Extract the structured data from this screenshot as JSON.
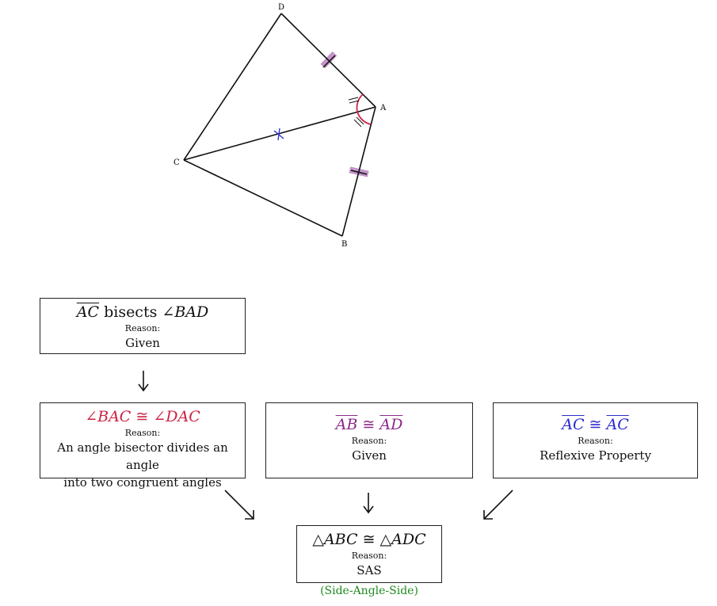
{
  "figure": {
    "points": {
      "D": "D",
      "A": "A",
      "C": "C",
      "B": "B"
    }
  },
  "colors": {
    "angle": "#cc2244",
    "given": "#8a2a8a",
    "reflexive": "#2a2ad0",
    "tick_highlight": "#b070b8",
    "footnote": "#1f8a1f"
  },
  "proof": {
    "step1": {
      "seg": "AC",
      "word": "bisects",
      "angle_sym": "∠",
      "angle": "BAD",
      "reason_label": "Reason:",
      "reason": "Given"
    },
    "step2": {
      "left": "∠BAC",
      "op": "≅",
      "right": "∠DAC",
      "reason_label": "Reason:",
      "reason_line1": "An angle bisector divides an angle",
      "reason_line2": "into two congruent angles"
    },
    "step3": {
      "left": "AB",
      "op": "≅",
      "right": "AD",
      "reason_label": "Reason:",
      "reason": "Given"
    },
    "step4": {
      "left": "AC",
      "op": "≅",
      "right": "AC",
      "reason_label": "Reason:",
      "reason": "Reflexive Property"
    },
    "step5": {
      "left": "△ABC",
      "op": "≅",
      "right": "△ADC",
      "reason_label": "Reason:",
      "reason": "SAS"
    },
    "footnote": "(Side-Angle-Side)"
  }
}
